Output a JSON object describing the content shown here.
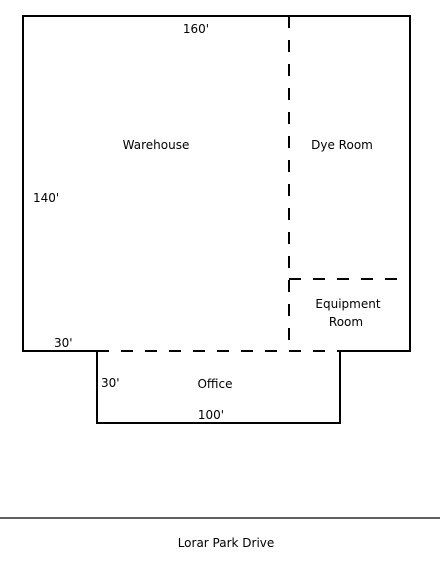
{
  "rooms": {
    "warehouse": "Warehouse",
    "dye_room": "Dye Room",
    "equipment_room_line1": "Equipment",
    "equipment_room_line2": "Room",
    "office": "Office"
  },
  "dimensions": {
    "top_width": "160'",
    "left_height": "140'",
    "office_offset": "30'",
    "office_depth": "30'",
    "office_width": "100'"
  },
  "street": "Lorar Park Drive"
}
